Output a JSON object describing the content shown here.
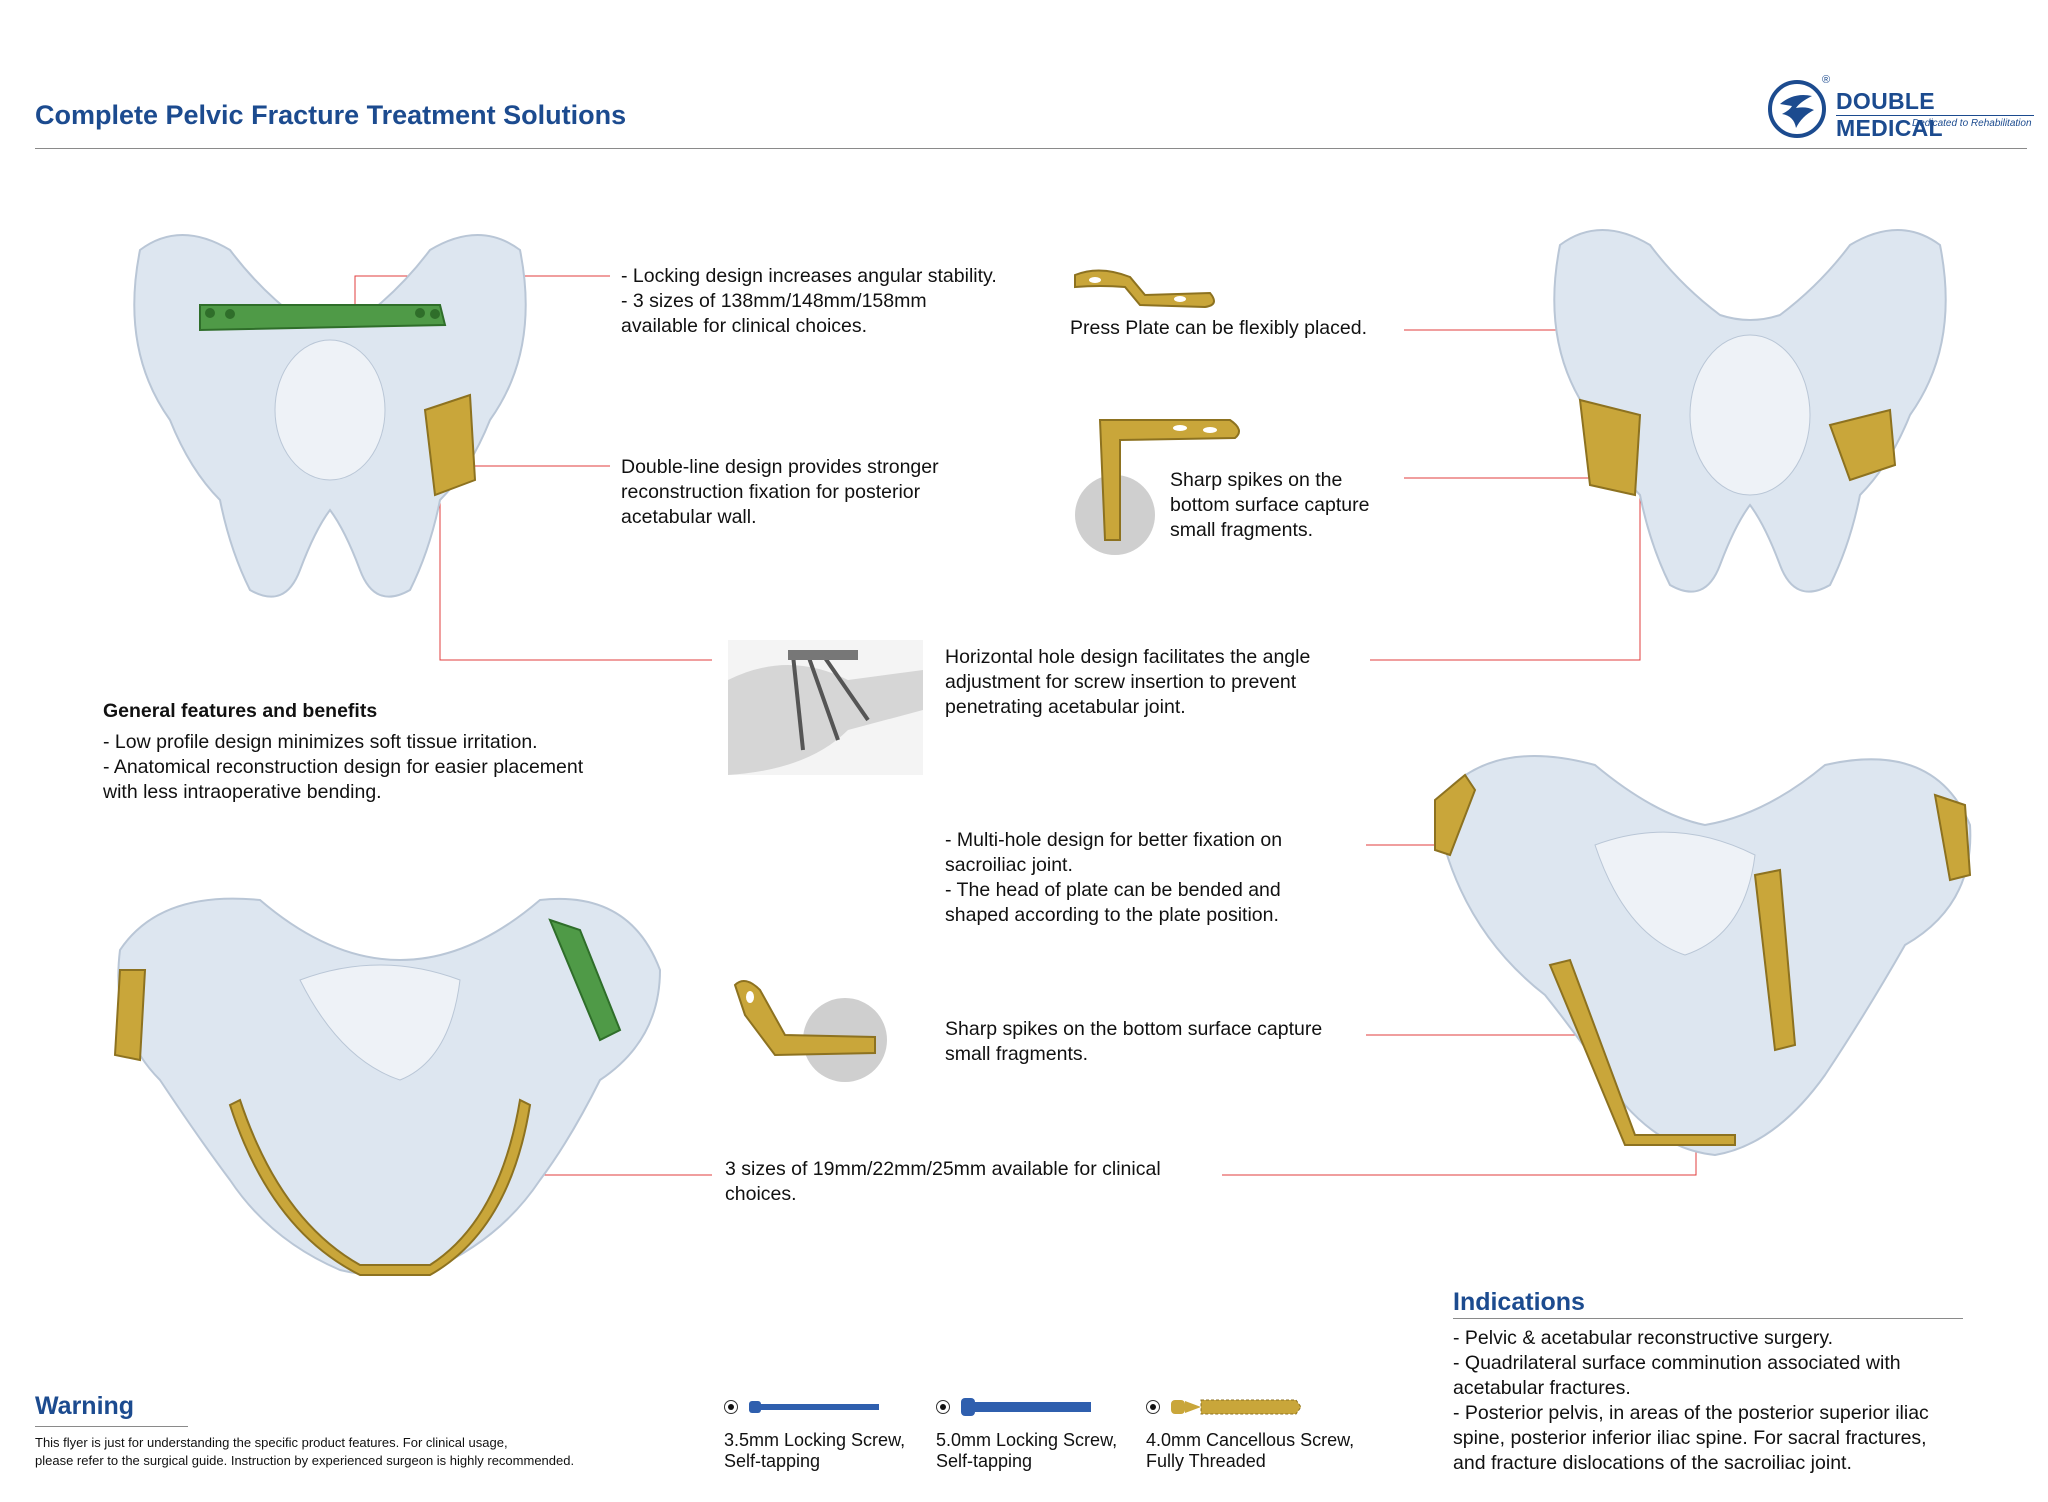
{
  "header": {
    "title": "Complete Pelvic Fracture Treatment Solutions",
    "brand_name": "DOUBLE MEDICAL",
    "brand_tagline": "Dedicated to Rehabilitation",
    "registered": "®"
  },
  "callouts": {
    "locking": "- Locking design increases angular stability.\n- 3 sizes of 138mm/148mm/158mm\n  available for clinical choices.",
    "double_line": "Double-line design provides stronger\nreconstruction fixation for posterior\nacetabular wall.",
    "press_plate": "Press Plate can be flexibly placed.",
    "sharp_spikes_1": "Sharp spikes on the\nbottom surface capture\nsmall fragments.",
    "horizontal_hole": "Horizontal hole design facilitates the angle\nadjustment for screw insertion to prevent\npenetrating acetabular joint.",
    "multi_hole": "- Multi-hole design for better fixation on\n  sacroiliac joint.\n- The head of plate can be bended and\n  shaped according to the plate position.",
    "sharp_spikes_2": "Sharp spikes on the bottom surface capture\nsmall fragments.",
    "sizes_19": "3 sizes of 19mm/22mm/25mm available for clinical\nchoices."
  },
  "general": {
    "heading": "General features and benefits",
    "body": "- Low profile design minimizes soft tissue irritation.\n- Anatomical reconstruction design for easier placement\n  with less intraoperative bending."
  },
  "warning": {
    "heading": "Warning",
    "body": "This flyer is just for understanding the specific product features. For clinical usage,\nplease refer to the surgical guide. Instruction by experienced surgeon is highly recommended."
  },
  "screws": [
    {
      "label": "3.5mm Locking Screw,\nSelf-tapping",
      "color": "#2f5fae"
    },
    {
      "label": "5.0mm Locking Screw,\nSelf-tapping",
      "color": "#2f5fae"
    },
    {
      "label": "4.0mm Cancellous Screw,\nFully Threaded",
      "color": "#c9a63a"
    }
  ],
  "indications": {
    "heading": "Indications",
    "body": "- Pelvic & acetabular reconstructive surgery.\n- Quadrilateral surface comminution associated with\n  acetabular fractures.\n- Posterior pelvis, in areas of the posterior superior iliac\n  spine, posterior inferior iliac spine. For sacral fractures,\n  and fracture dislocations of the sacroiliac joint."
  },
  "colors": {
    "brand_blue": "#1c4b8f",
    "leader_line": "#e03c3c",
    "bone": "#dde6f0",
    "plate_gold": "#c9a63a",
    "plate_green": "#4f9a47"
  },
  "icons": [
    "pelvis-illustration",
    "press-plate-illustration",
    "screw-illustration",
    "double-medical-logo"
  ]
}
